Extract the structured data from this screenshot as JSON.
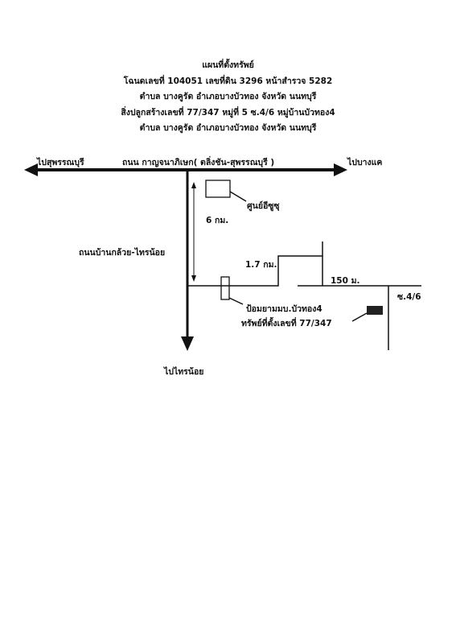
{
  "header": {
    "title": "แผนที่ตั้งทรัพย์",
    "line1": "โฉนดเลขที่ 104051 เลขที่ดิน 3296 หน้าสำรวจ 5282",
    "line2": "ตำบล บางคูรัด อำเภอบางบัวทอง จังหวัด นนทบุรี",
    "line3": "สิ่งปลูกสร้างเลขที่ 77/347 หมู่ที่ 5 ซ.4/6 หมู่บ้านบัวทอง4",
    "line4": "ตำบล บางคูรัด อำเภอบางบัวทอง จังหวัด นนทบุรี"
  },
  "map": {
    "to_suphanburi": "ไปสุพรรณบุรี",
    "main_road": "ถนน กาญจนาภิเษก( ตลิ่งชัน-สุพรรณบุรี )",
    "to_bang_khae": "ไปบางแค",
    "landmark_center": "ศูนย์อีซูซุ",
    "distance_6km": "6 กม.",
    "side_road": "ถนนบ้านกล้วย-ไทรน้อย",
    "distance_1_7km": "1.7 กม.",
    "distance_150m": "150 ม.",
    "soi": "ซ.4/6",
    "landmark_guard": "ป้อมยามมบ.บัวทอง4",
    "property": "ทรัพย์ที่ตั้งเลขที่ 77/347",
    "to_sai_noi": "ไปไทรน้อย"
  }
}
